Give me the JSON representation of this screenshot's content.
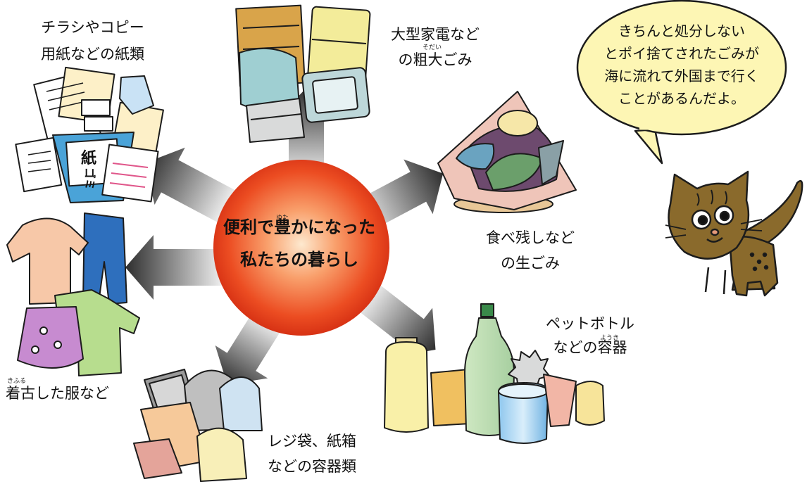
{
  "center": {
    "line1": "便利で豊かになった",
    "line2": "私たちの暮らし",
    "ruby": "ゆた"
  },
  "items": {
    "paper": {
      "line1": "チラシやコピー",
      "line2": "用紙などの紙類"
    },
    "appliances": {
      "line1": "大型家電など",
      "line2": "の粗大ごみ",
      "ruby": "そだい"
    },
    "food": {
      "line1": "食べ残しなど",
      "line2": "の生ごみ"
    },
    "bottles": {
      "line1": "ペットボトル",
      "line2": "などの容器",
      "ruby": "ようき"
    },
    "bags": {
      "line1": "レジ袋、紙箱",
      "line2": "などの容器類"
    },
    "clothes": {
      "line1": "着古した服など",
      "ruby": "きふる"
    }
  },
  "bin_label": {
    "top": "紙",
    "bottom": "ゴミ"
  },
  "speech": {
    "line1": "きちんと処分しない",
    "line2": "とポイ捨てされたごみが",
    "line3": "海に流れて外国まで行く",
    "line4": "ことがあるんだよ。"
  },
  "colors": {
    "sun_center": "#fde4c4",
    "sun_mid": "#f4703a",
    "sun_edge": "#d62a12",
    "bubble_fill": "#fdf6b4",
    "cat_fill": "#8a6a2c",
    "arrow_dark": "#2a2a2a",
    "outline": "#1c1c1c"
  }
}
